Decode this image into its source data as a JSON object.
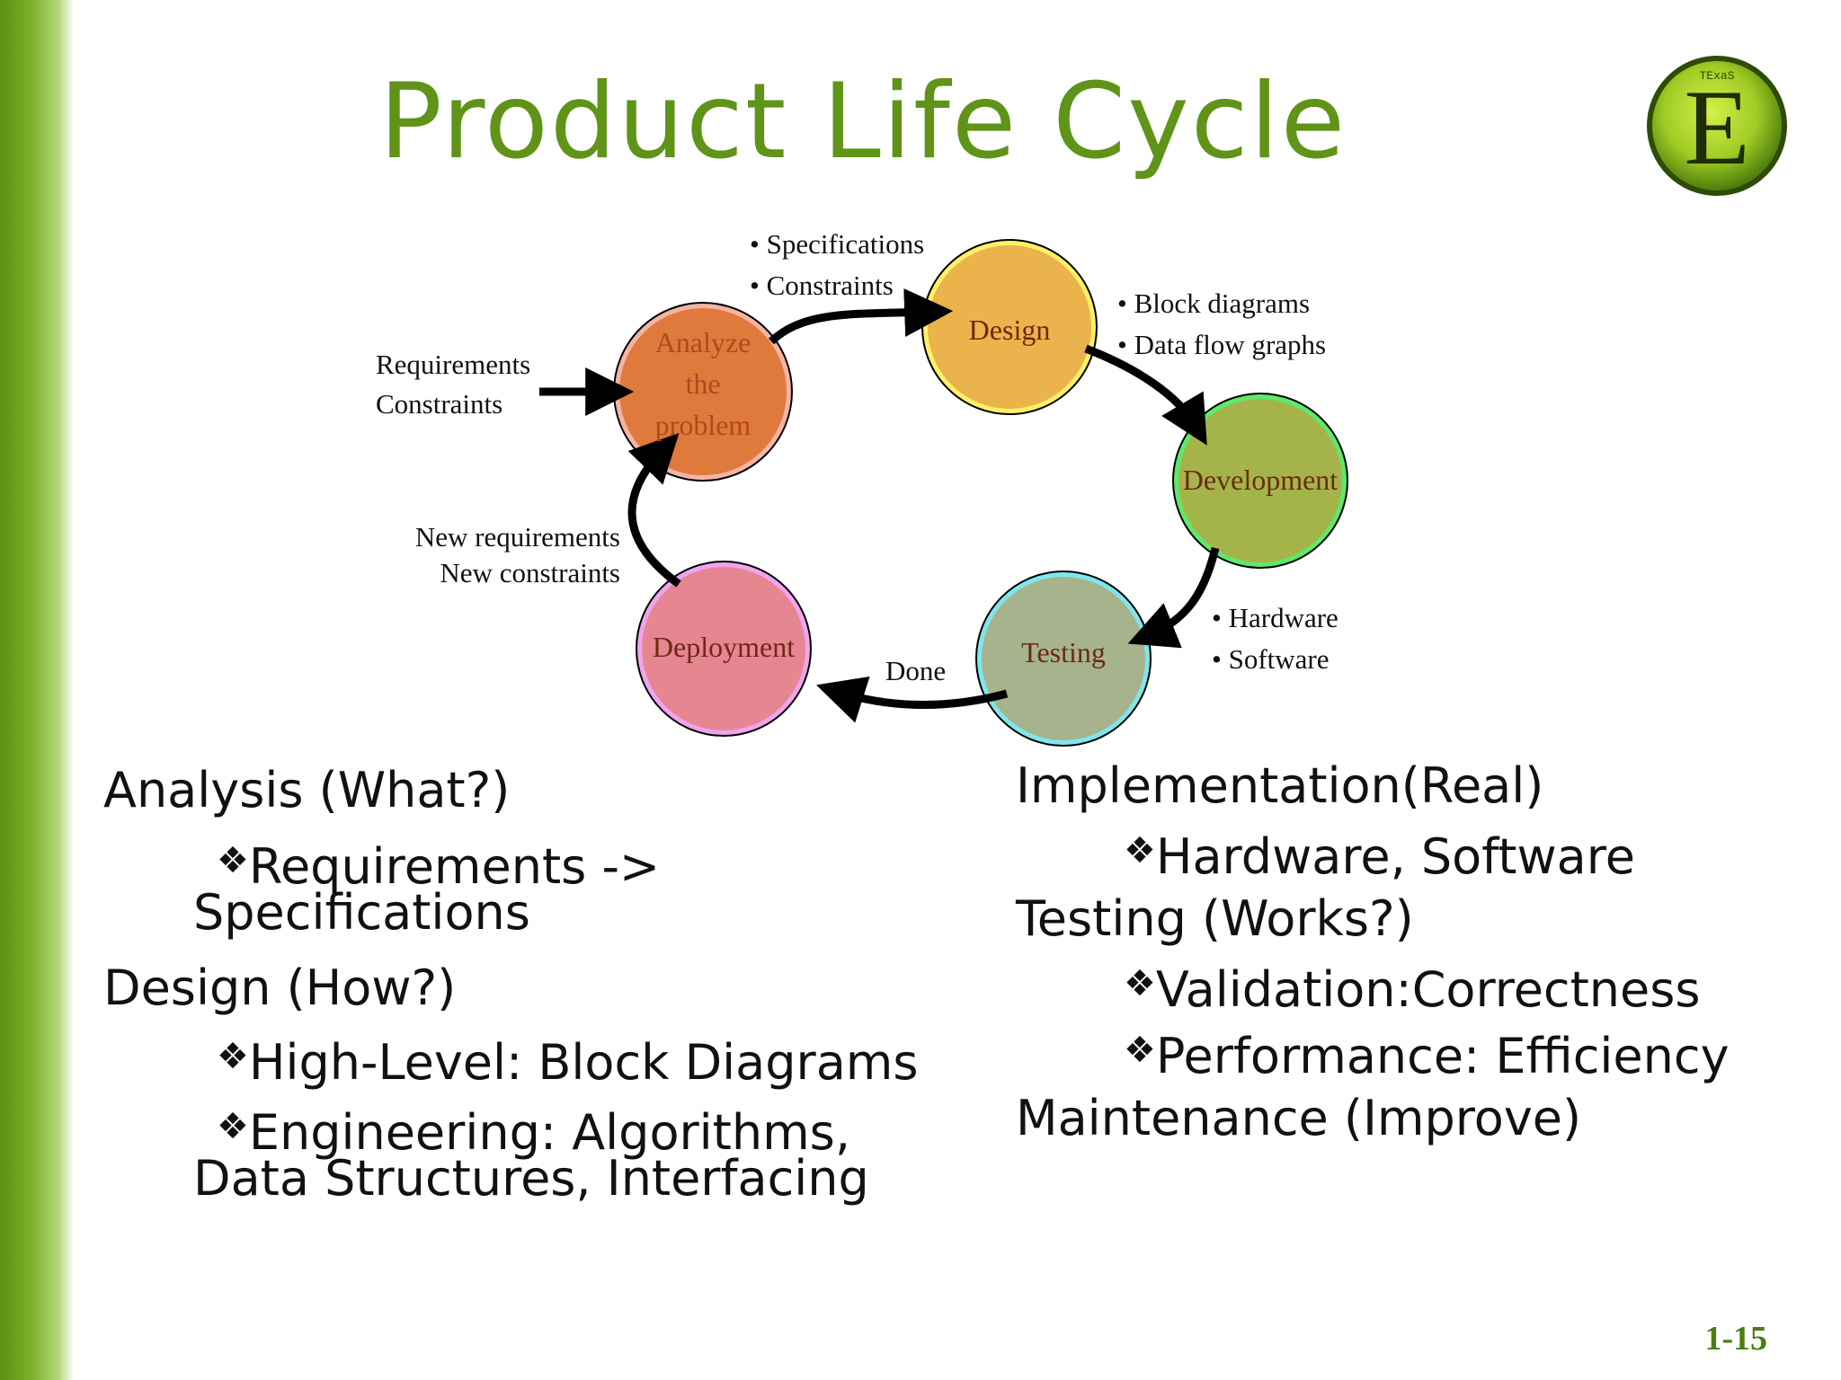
{
  "slide": {
    "title": "Product Life Cycle",
    "page_number": "1-15",
    "logo": {
      "letter": "E",
      "top_text": "TExaS"
    }
  },
  "diagram": {
    "nodes": {
      "analyze": [
        "Analyze",
        "the",
        "problem"
      ],
      "design": "Design",
      "development": "Development",
      "testing": "Testing",
      "deployment": "Deployment"
    },
    "labels": {
      "inputs": [
        "Requirements",
        "Constraints"
      ],
      "analyze_to_design": [
        "• Specifications",
        "• Constraints"
      ],
      "design_to_development": [
        "• Block diagrams",
        "• Data flow graphs"
      ],
      "development_to_testing": [
        "• Hardware",
        "• Software"
      ],
      "testing_to_deployment": "Done",
      "deployment_to_analyze": [
        "New requirements",
        "New constraints"
      ]
    }
  },
  "left_column": [
    {
      "text": "Analysis (What?)",
      "bullet": false
    },
    {
      "text": "Requirements ->",
      "bullet": true
    },
    {
      "text": "Specifications",
      "bullet": false,
      "continuation": true
    },
    {
      "text": "Design (How?)",
      "bullet": false
    },
    {
      "text": "High-Level: Block Diagrams",
      "bullet": true
    },
    {
      "text": "Engineering: Algorithms,",
      "bullet": true
    },
    {
      "text": "Data Structures, Interfacing",
      "bullet": false,
      "continuation": true
    }
  ],
  "right_column": [
    {
      "text": "Implementation(Real)",
      "bullet": false
    },
    {
      "text": "Hardware, Software",
      "bullet": true
    },
    {
      "text": "Testing (Works?)",
      "bullet": false
    },
    {
      "text": "Validation:Correctness",
      "bullet": true
    },
    {
      "text": "Performance: Efficiency",
      "bullet": true
    },
    {
      "text": "Maintenance (Improve)",
      "bullet": false
    }
  ],
  "bullet_glyph": "❖",
  "colors": {
    "title": "#5f9419",
    "analyze": "#e07a3c",
    "design": "#eab34c",
    "development": "#a5b44a",
    "testing": "#a6b38c",
    "deployment": "#e58691",
    "node_text": "#6b2a12"
  }
}
